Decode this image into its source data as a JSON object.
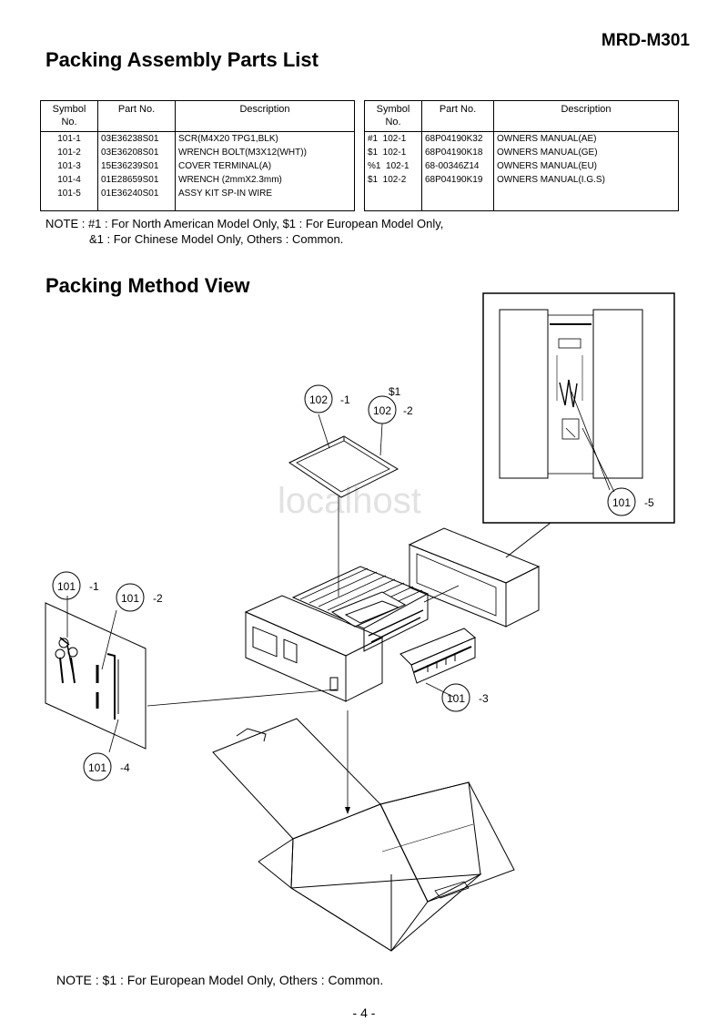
{
  "header": {
    "model": "MRD-M301"
  },
  "packing_parts": {
    "title": "Packing Assembly Parts List",
    "columns": [
      "Symbol No.",
      "Part No.",
      "Description"
    ],
    "left_rows": [
      {
        "symbol": "101-1",
        "part": "03E36238S01",
        "desc": "SCR(M4X20 TPG1,BLK)"
      },
      {
        "symbol": "101-2",
        "part": "03E36208S01",
        "desc": "WRENCH BOLT(M3X12(WHT))"
      },
      {
        "symbol": "101-3",
        "part": "15E36239S01",
        "desc": "COVER TERMINAL(A)"
      },
      {
        "symbol": "101-4",
        "part": "01E28659S01",
        "desc": "WRENCH (2mmX2.3mm)"
      },
      {
        "symbol": "101-5",
        "part": "01E36240S01",
        "desc": "ASSY KIT SP-IN WIRE"
      }
    ],
    "right_rows": [
      {
        "symbol": "#1  102-1",
        "part": "68P04190K32",
        "desc": "OWNERS MANUAL(AE)"
      },
      {
        "symbol": "$1  102-1",
        "part": "68P04190K18",
        "desc": "OWNERS MANUAL(GE)"
      },
      {
        "symbol": "%1  102-1",
        "part": "68-00346Z14",
        "desc": "OWNERS MANUAL(EU)"
      },
      {
        "symbol": "$1  102-2",
        "part": "68P04190K19",
        "desc": "OWNERS MANUAL(I.G.S)"
      }
    ],
    "note_line1": "NOTE : #1 : For North American Model Only,   $1 : For European Model Only,",
    "note_line2": "&1 : For Chinese Model Only,   Others : Common."
  },
  "packing_view": {
    "title": "Packing Method View",
    "watermark": "localhost",
    "callouts": {
      "c102": "102",
      "c102_1": "-1",
      "c102_2": "-2",
      "c102_2_tag": "$1",
      "c101": "101",
      "c101_1": "-1",
      "c101_2": "-2",
      "c101_3": "-3",
      "c101_4": "-4",
      "c101_5": "-5"
    },
    "note": "NOTE : $1 : For European Model Only,    Others : Common."
  },
  "footer": {
    "page": "- 4 -"
  }
}
